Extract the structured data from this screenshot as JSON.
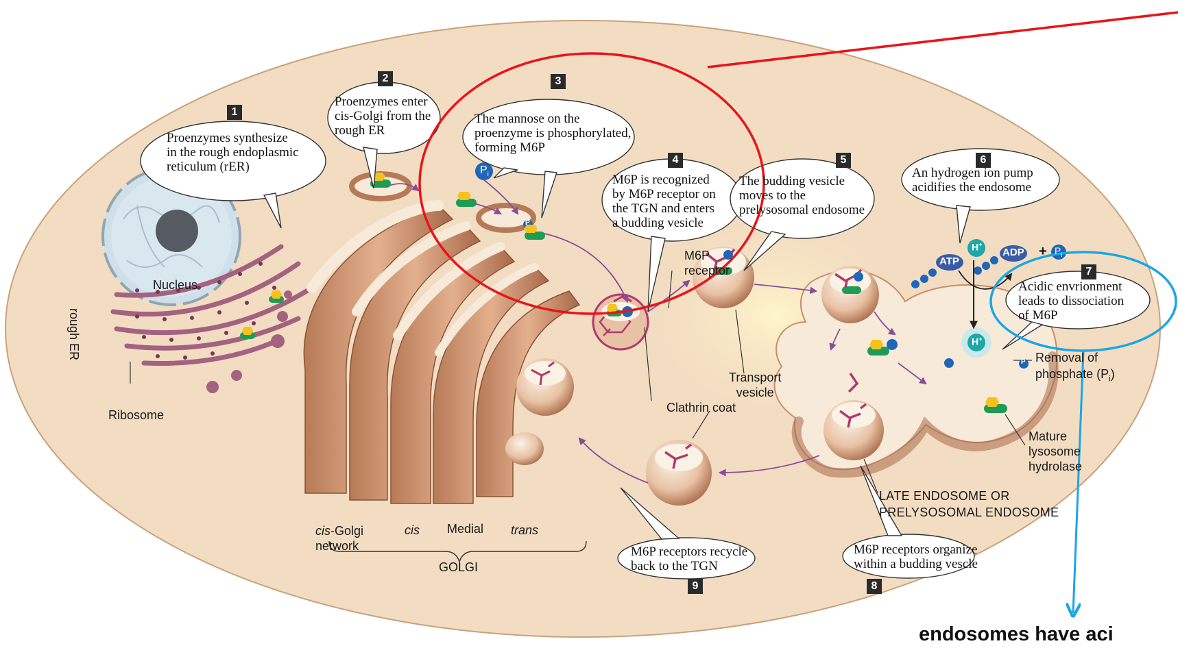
{
  "steps": [
    {
      "num": "1",
      "text_lines": [
        "Proenzymes synthesize",
        "in the rough endoplasmic",
        "reticulum (rER)"
      ]
    },
    {
      "num": "2",
      "text_lines": [
        "Proenzymes enter",
        "cis-Golgi from the",
        "rough ER"
      ]
    },
    {
      "num": "3",
      "text_lines": [
        "The mannose on the",
        "proenzyme is phosphorylated,",
        "forming M6P"
      ]
    },
    {
      "num": "4",
      "text_lines": [
        "M6P is recognized",
        "by M6P receptor on",
        "the TGN and enters",
        "a budding vesicle"
      ]
    },
    {
      "num": "5",
      "text_lines": [
        "The budding vesicle",
        "moves to the",
        "prelysosomal endosome"
      ]
    },
    {
      "num": "6",
      "text_lines": [
        "An hydrogen ion pump",
        "acidifies the endosome"
      ]
    },
    {
      "num": "7",
      "text_lines": [
        "Acidic envrionment",
        "leads to dissociation",
        "of M6P"
      ]
    },
    {
      "num": "8",
      "text_lines": [
        "M6P receptors organize",
        "within a budding vescle"
      ]
    },
    {
      "num": "9",
      "text_lines": [
        "M6P receptors recycle",
        "back to the TGN"
      ]
    }
  ],
  "labels": {
    "nucleus": "Nucleus",
    "rough_er": "rough ER",
    "ribosome": "Ribosome",
    "m6p_receptor_line1": "M6P",
    "m6p_receptor_line2": "receptor",
    "clathrin_coat": "Clathrin coat",
    "transport_vesicle_line1": "Transport",
    "transport_vesicle_line2": "vesicle",
    "removal_line1": "Removal of",
    "removal_line2": "phosphate (P",
    "removal_sub": "i",
    "removal_close": ")",
    "mature_line1": "Mature",
    "mature_line2": "lysosome",
    "mature_line3": "hydrolase",
    "late_endosome_line1": "LATE ENDOSOME OR",
    "late_endosome_line2": "PRELYSOSOMAL ENDOSOME",
    "cis_golgi_network_a": "cis",
    "cis_golgi_network_b": "-Golgi",
    "cis_golgi_network_line2": "network",
    "cis": "cis",
    "medial": "Medial",
    "trans": "trans",
    "golgi": "GOLGI",
    "pi_symbol": "P",
    "pi_sub": "i",
    "atp": "ATP",
    "adp": "ADP",
    "plus": "+",
    "h_plus": "H",
    "p_small": "P"
  },
  "annotation": {
    "bottom_note": "endosomes have aci"
  },
  "colors": {
    "cell_fill": "#f2dcc2",
    "cell_stroke": "#c8a27a",
    "golgi": "#c98d69",
    "golgi_light": "#f7ead8",
    "er": "#a3627f",
    "nucleus": "#cfe0ea",
    "nucleolus": "#555b60",
    "highlight_red": "#e8141b",
    "highlight_blue": "#1aa6e6",
    "proenzyme_green": "#1e9c55",
    "mannose_yellow": "#f3c21d",
    "phosphate_blue": "#1f66b8",
    "receptor_magenta": "#b0396e",
    "h_ion_teal": "#1ea7a7"
  }
}
